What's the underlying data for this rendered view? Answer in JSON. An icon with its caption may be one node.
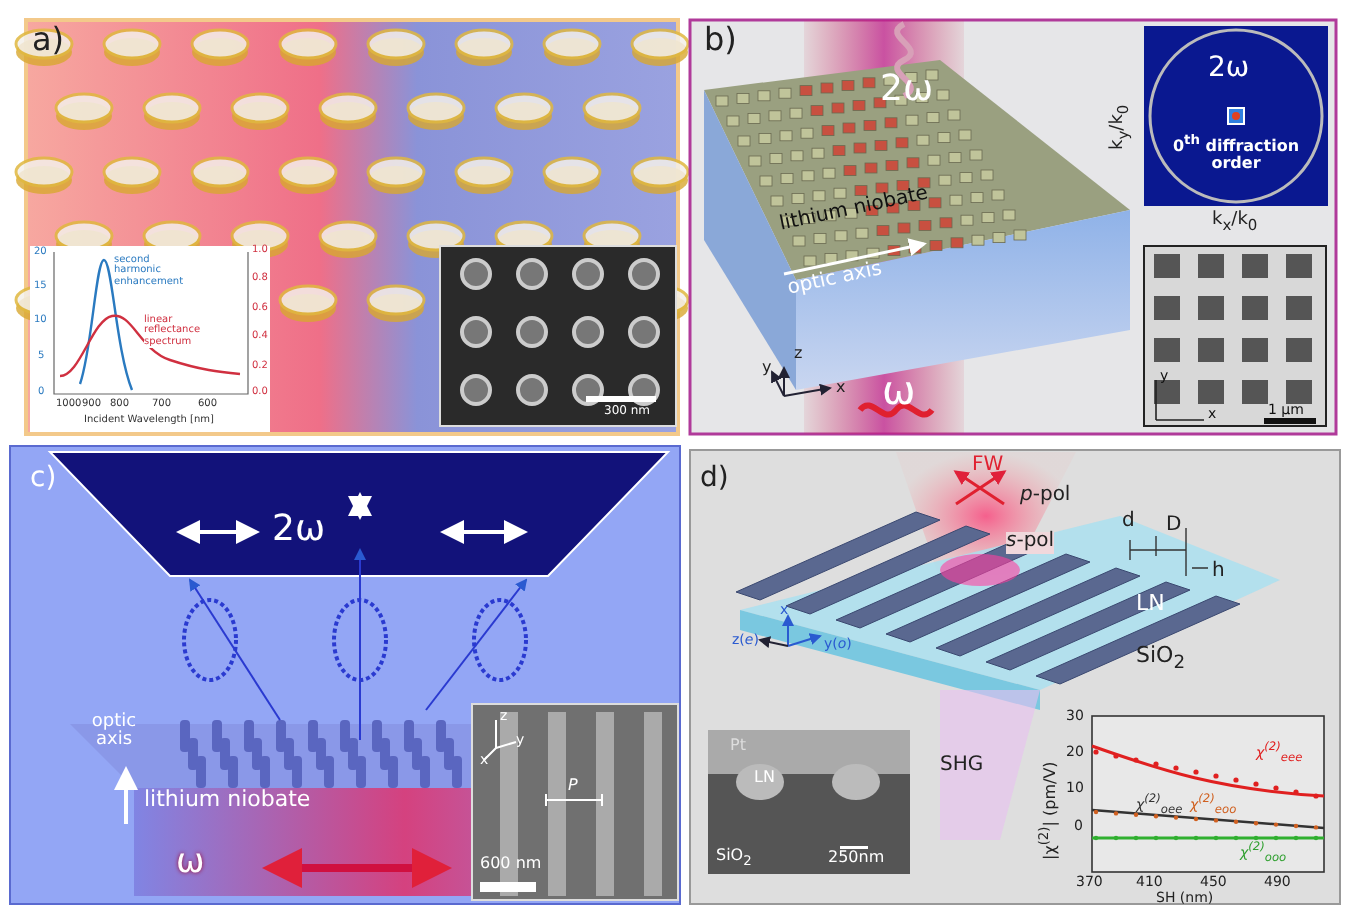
{
  "diagram": {
    "labels": [
      "a)",
      "second harmonic enhancement",
      "linear reflectance spectrum",
      "20",
      "15",
      "10",
      "5",
      "0",
      "1.0",
      "0.8",
      "0.6",
      "0.4",
      "0.2",
      "0.0",
      "1000",
      "900",
      "800",
      "700",
      "600",
      "Incident Wavelength [nm]",
      "300 nm",
      "b)",
      "2ω",
      "lithium niobate",
      "optic axis",
      "y",
      "z",
      "x",
      "ω",
      "2ω",
      "0$^{th}$ diffraction order",
      "k$_{y}$/k$_{0}$",
      "k$_{x}$/k$_{0}$",
      "y",
      "x",
      "1 μm",
      "c)",
      "2ω",
      "optic axis",
      "lithium niobate",
      "ω",
      "z",
      "y",
      "x",
      "*P*",
      "600 nm",
      "d)",
      "FW",
      "*p*-pol",
      "*s*-pol",
      "d",
      "D",
      "h",
      "LN",
      "x",
      "z(*e*)",
      "y(*o*)",
      "SiO$_{2}$",
      "Pt",
      "LN",
      "SiO$_{2}$",
      "250nm",
      "SHG",
      "|χ$^{(2)}$| (pm/V)",
      "30",
      "20",
      "10",
      "0",
      "χ$^{(2)}$$_{eee}$",
      "χ$^{(2)}$$_{oee}$",
      "χ$^{(2)}$$_{eoo}$",
      "χ$^{(2)}$$_{ooo}$",
      "370",
      "410",
      "450",
      "490",
      "SH (nm)"
    ]
  }
}
